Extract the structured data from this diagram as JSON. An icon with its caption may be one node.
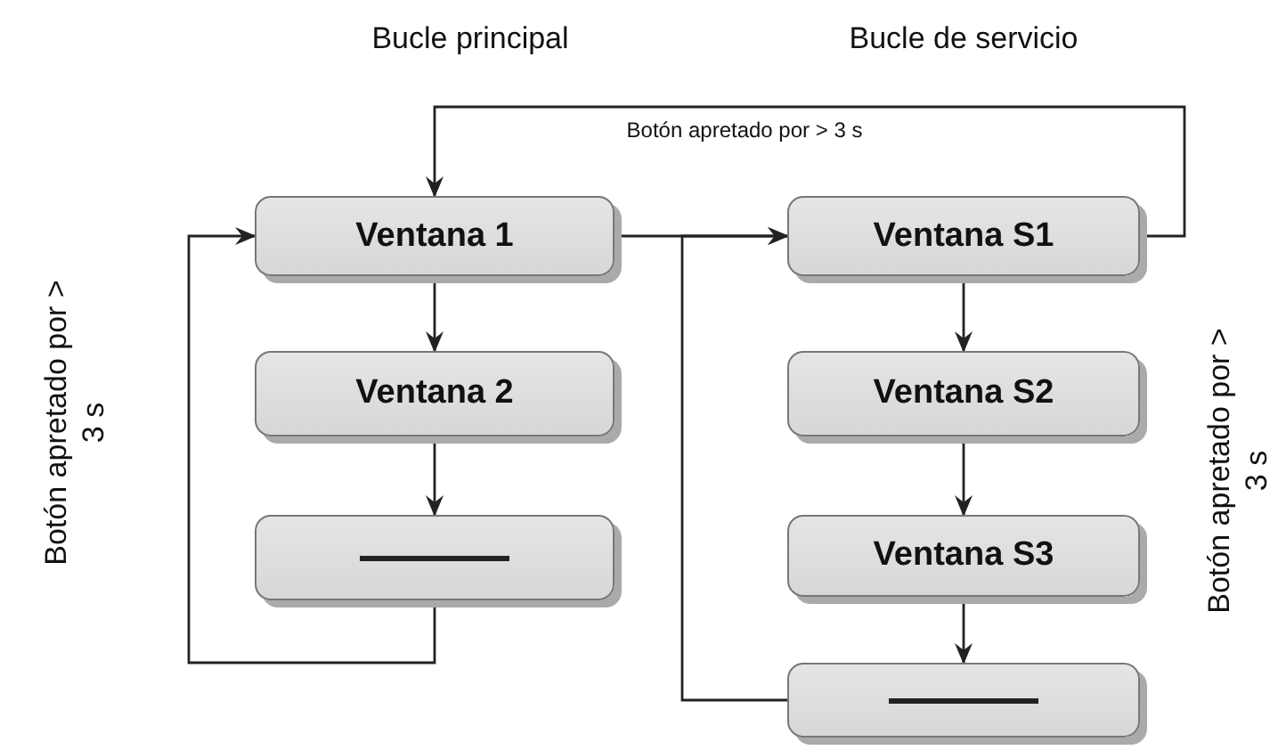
{
  "diagram": {
    "nodes": [
      {
        "text": [
          "Ventana 1"
        ]
      },
      {
        "text": [
          "Ventana 2"
        ]
      },
      {
        "text": [],
        "shape": "box"
      },
      {
        "text": [
          "Ventana S1"
        ]
      },
      {
        "text": [
          "Ventana S2"
        ]
      },
      {
        "text": [
          "Ventana S3"
        ]
      },
      {
        "text": [],
        "shape": "box"
      }
    ],
    "edges": [
      {
        "from": 0,
        "to": 1,
        "arrow": "to"
      },
      {
        "from": 1,
        "to": 2,
        "arrow": "to"
      },
      {
        "from": 2,
        "to": 0,
        "arrow": "to"
      },
      {
        "from": 0,
        "to": 3,
        "arrow": "to"
      },
      {
        "from": 3,
        "to": 0,
        "arrow": "to",
        "label": "Botón apretado por > 3 s"
      },
      {
        "from": 3,
        "to": 4,
        "arrow": "to"
      },
      {
        "from": 4,
        "to": 5,
        "arrow": "to"
      },
      {
        "from": 5,
        "to": 6,
        "arrow": "to"
      },
      {
        "from": 6,
        "to": 3,
        "arrow": "to"
      }
    ],
    "labels": [
      "Bucle principal",
      "Bucle de servicio",
      "Botón apretado por > 3 s",
      "Botón apretado por > 3 s"
    ]
  }
}
